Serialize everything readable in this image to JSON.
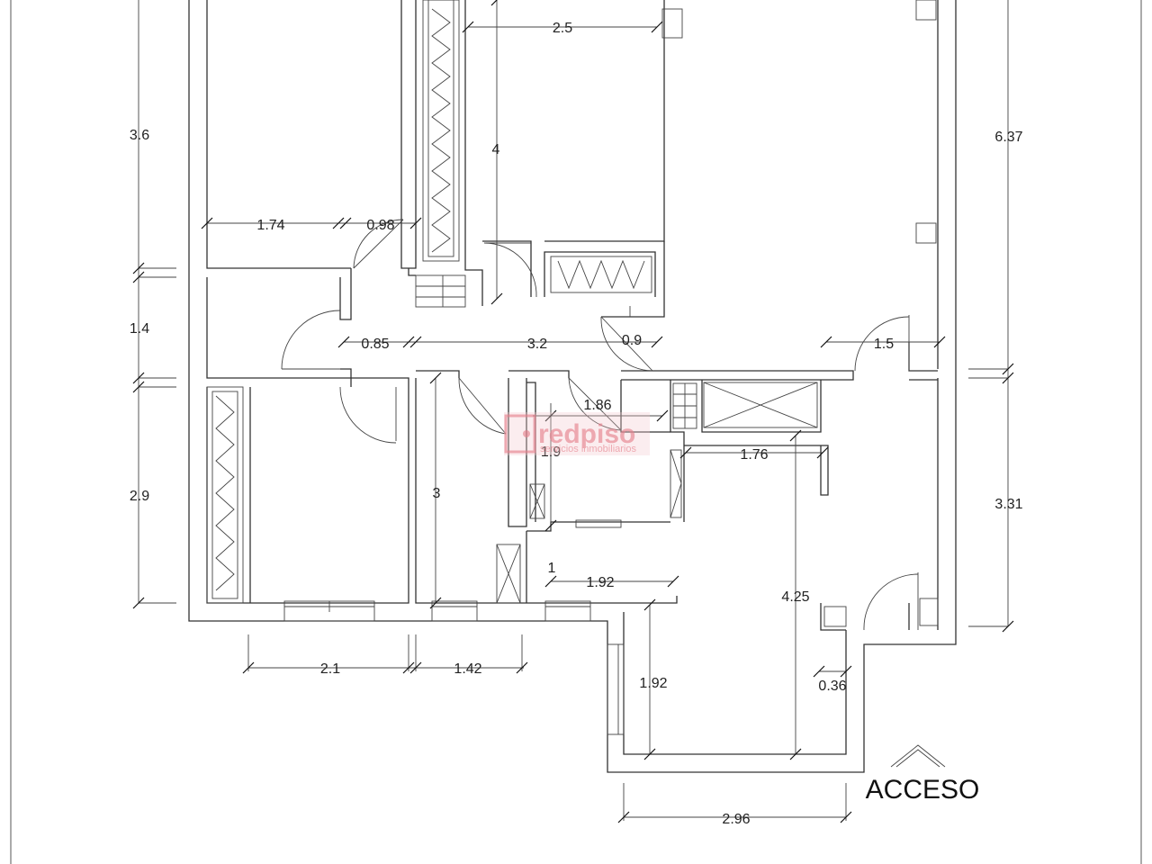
{
  "plan": {
    "dimensions": {
      "left_top": "3.6",
      "left_mid": "1.4",
      "left_bottom": "2.9",
      "right_top": "6.37",
      "right_bottom": "3.31",
      "room_a_width": "1.74",
      "closet_width": "0.98",
      "room_b_width": "2.5",
      "room_b_depth": "4",
      "hall_0_85": "0.85",
      "hall_3_2": "3.2",
      "door_0_9": "0.9",
      "door_1_5": "1.5",
      "bath_1_86": "1.86",
      "bath_1_9": "1.9",
      "kitchen_1_76": "1.76",
      "room_c_3": "3",
      "dim_1": "1",
      "dim_1_92_top": "1.92",
      "dim_4_25": "4.25",
      "bottom_2_1": "2.1",
      "bottom_1_42": "1.42",
      "dim_1_92_side": "1.92",
      "dim_0_36": "0.36",
      "bottom_2_96": "2.96"
    },
    "access_label": "ACCESO"
  },
  "watermark": {
    "brand": "redpiso",
    "tagline": "servicios inmobiliarios"
  }
}
